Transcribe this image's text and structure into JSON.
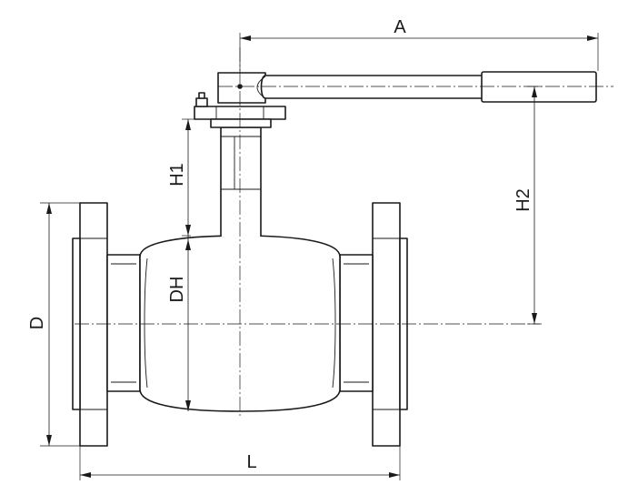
{
  "labels": {
    "A": "A",
    "H1": "H1",
    "H2": "H2",
    "DH": "DH",
    "D": "D",
    "L": "L"
  },
  "colors": {
    "line": "#1a1a1a",
    "background": "#ffffff"
  }
}
